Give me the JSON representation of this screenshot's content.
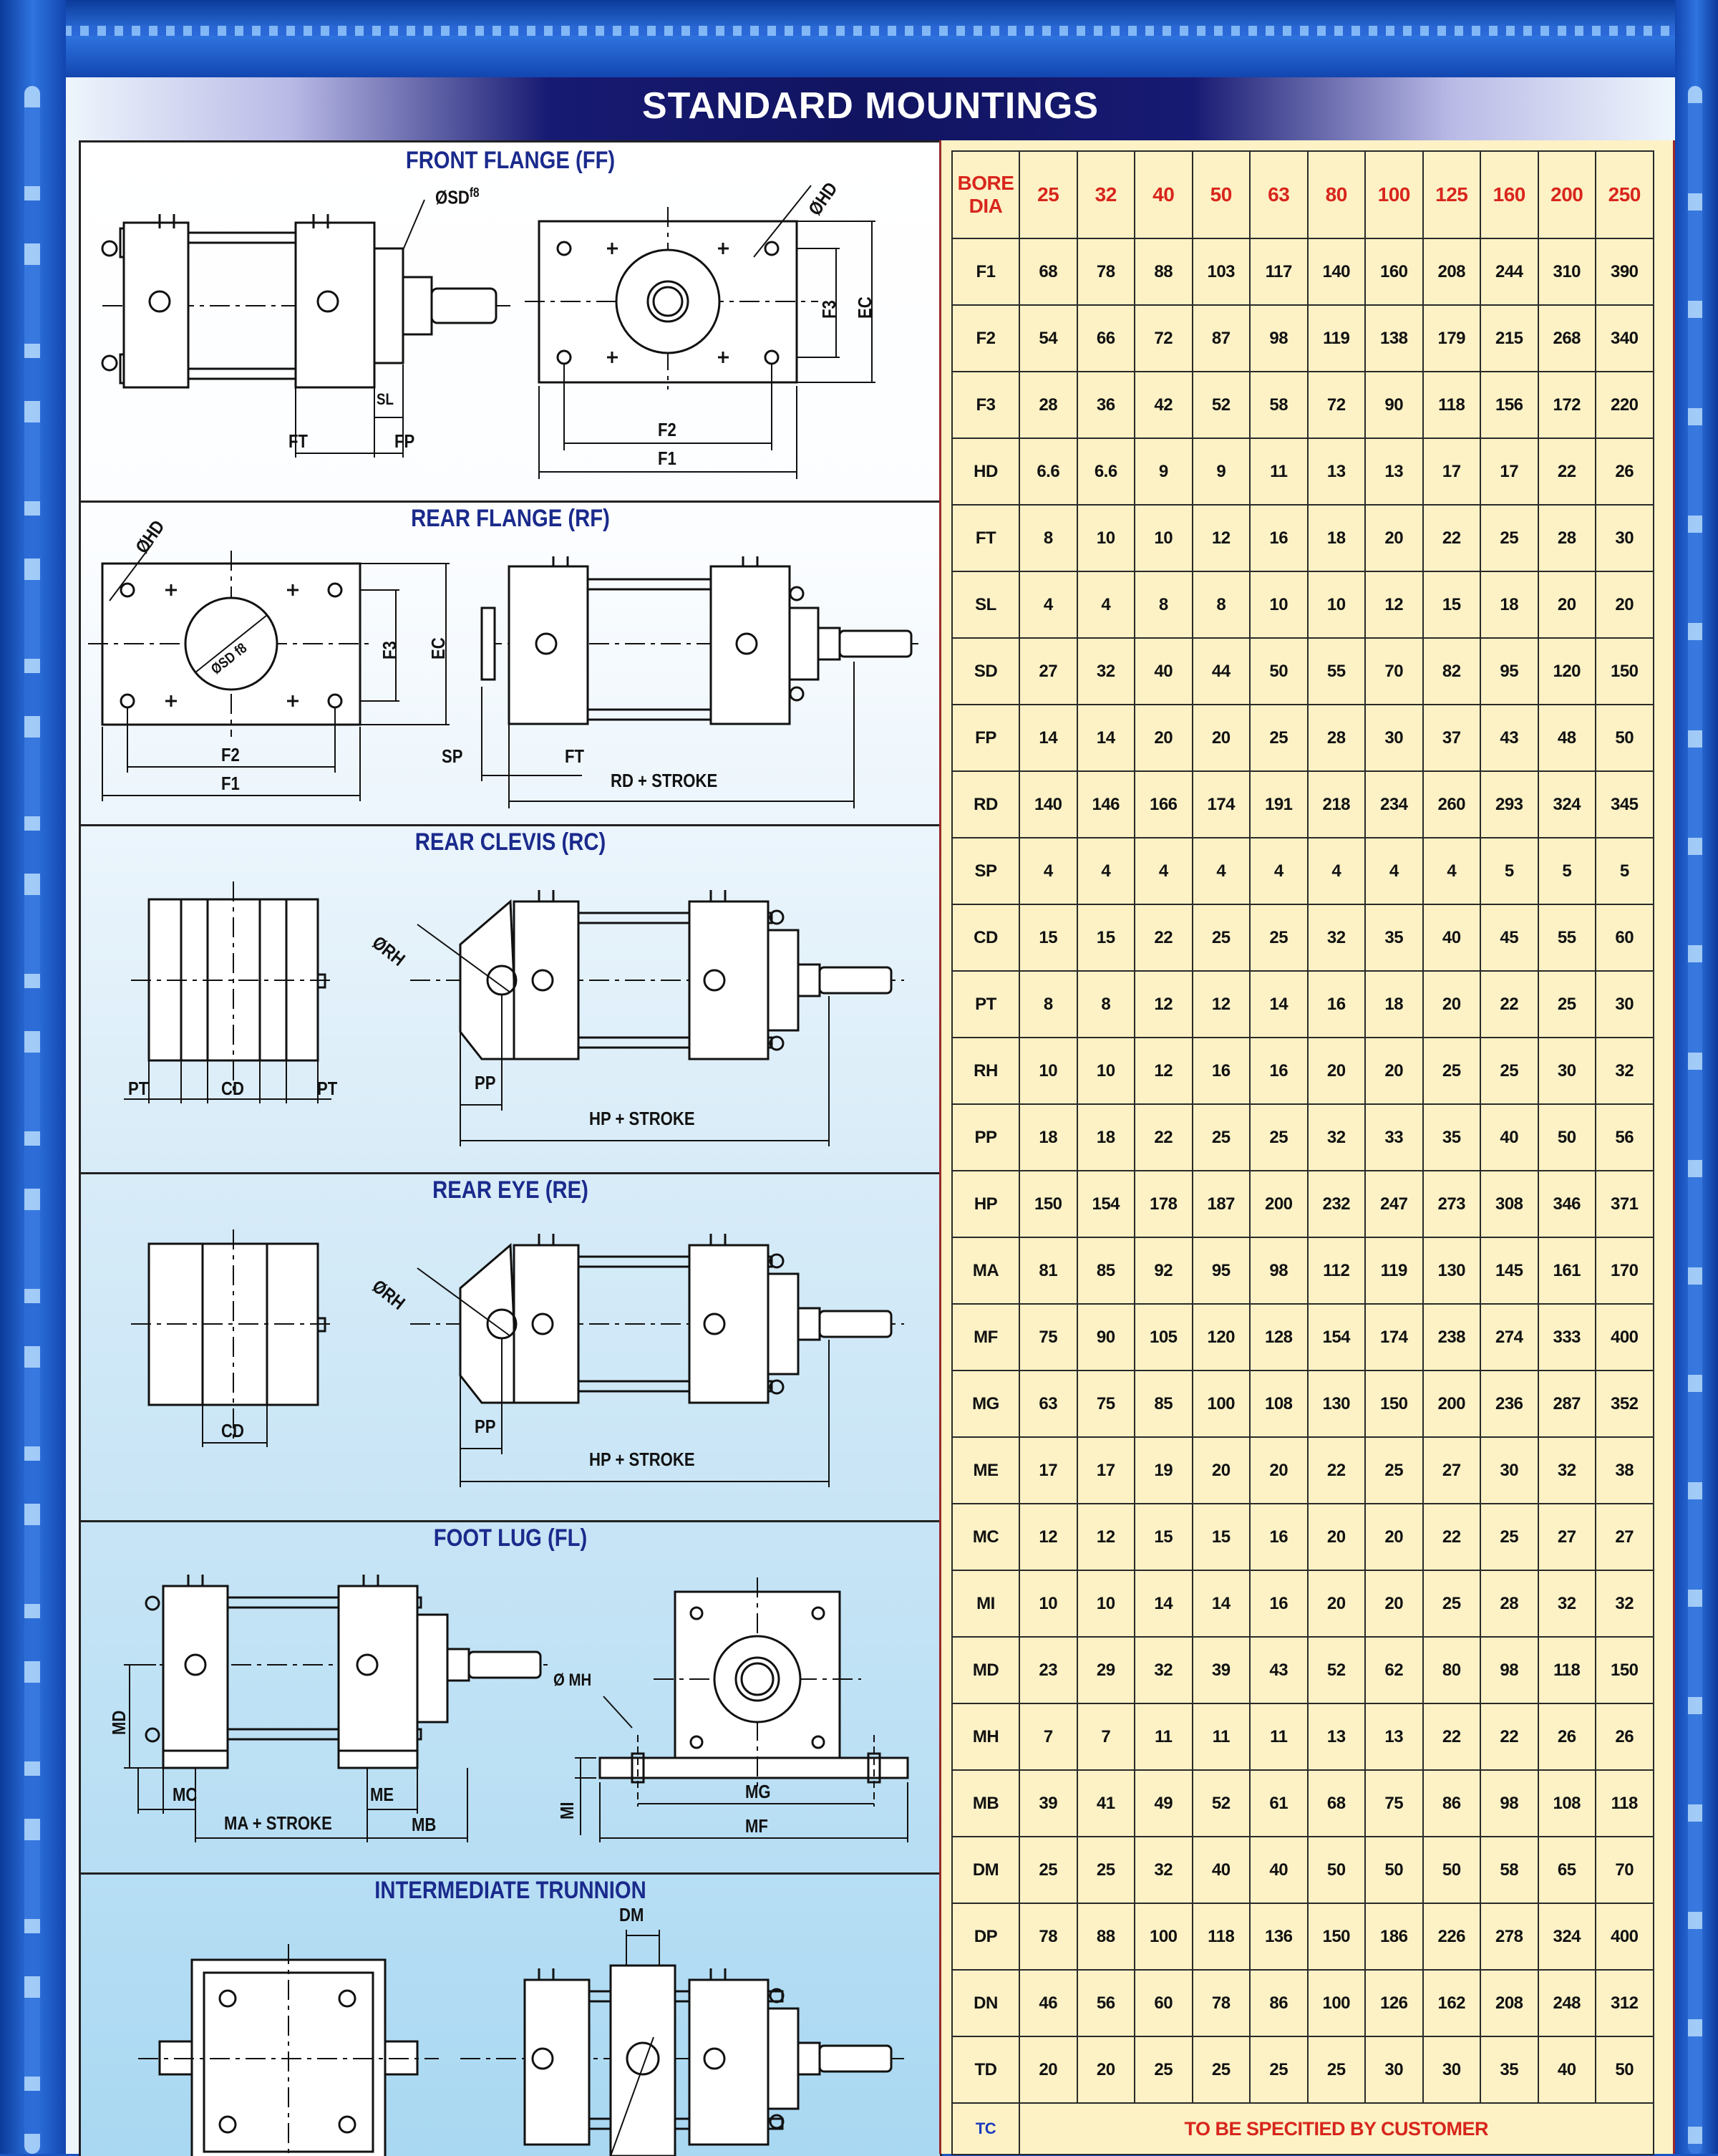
{
  "page": {
    "title": "STANDARD MOUNTINGS"
  },
  "sections": {
    "ff": {
      "title": "FRONT FLANGE (FF)",
      "labels": {
        "sd": "ØSD",
        "sd_sup": "f8",
        "hd": "ØHD",
        "f3": "F3",
        "ec": "EC",
        "sl": "SL",
        "ft": "FT",
        "fp": "FP",
        "f2": "F2",
        "f1": "F1"
      }
    },
    "rf": {
      "title": "REAR FLANGE (RF)",
      "labels": {
        "hd": "ØHD",
        "sd": "ØSD f8",
        "f3": "F3",
        "ec": "EC",
        "f2": "F2",
        "f1": "F1",
        "sp": "SP",
        "ft": "FT",
        "rd": "RD + STROKE"
      }
    },
    "rc": {
      "title": "REAR CLEVIS (RC)",
      "labels": {
        "rh": "ØRH",
        "pt1": "PT",
        "cd": "CD",
        "pt2": "PT",
        "pp": "PP",
        "hp": "HP + STROKE"
      }
    },
    "re": {
      "title": "REAR EYE (RE)",
      "labels": {
        "rh": "ØRH",
        "cd": "CD",
        "pp": "PP",
        "hp": "HP + STROKE"
      }
    },
    "fl": {
      "title": "FOOT LUG (FL)",
      "labels": {
        "md": "MD",
        "mc": "MC",
        "me": "ME",
        "ma": "MA + STROKE",
        "mb": "MB",
        "mh": "Ø MH",
        "mi": "MI",
        "mg": "MG",
        "mf": "MF"
      }
    },
    "it": {
      "title": "INTERMEDIATE TRUNNION",
      "labels": {
        "dm": "DM"
      }
    }
  },
  "table": {
    "corner": "BORE DIA",
    "columns": [
      "25",
      "32",
      "40",
      "50",
      "63",
      "80",
      "100",
      "125",
      "160",
      "200",
      "250"
    ],
    "rows": [
      {
        "label": "F1",
        "values": [
          "68",
          "78",
          "88",
          "103",
          "117",
          "140",
          "160",
          "208",
          "244",
          "310",
          "390"
        ]
      },
      {
        "label": "F2",
        "values": [
          "54",
          "66",
          "72",
          "87",
          "98",
          "119",
          "138",
          "179",
          "215",
          "268",
          "340"
        ]
      },
      {
        "label": "F3",
        "values": [
          "28",
          "36",
          "42",
          "52",
          "58",
          "72",
          "90",
          "118",
          "156",
          "172",
          "220"
        ]
      },
      {
        "label": "HD",
        "values": [
          "6.6",
          "6.6",
          "9",
          "9",
          "11",
          "13",
          "13",
          "17",
          "17",
          "22",
          "26"
        ]
      },
      {
        "label": "FT",
        "values": [
          "8",
          "10",
          "10",
          "12",
          "16",
          "18",
          "20",
          "22",
          "25",
          "28",
          "30"
        ]
      },
      {
        "label": "SL",
        "values": [
          "4",
          "4",
          "8",
          "8",
          "10",
          "10",
          "12",
          "15",
          "18",
          "20",
          "20"
        ]
      },
      {
        "label": "SD",
        "values": [
          "27",
          "32",
          "40",
          "44",
          "50",
          "55",
          "70",
          "82",
          "95",
          "120",
          "150"
        ]
      },
      {
        "label": "FP",
        "values": [
          "14",
          "14",
          "20",
          "20",
          "25",
          "28",
          "30",
          "37",
          "43",
          "48",
          "50"
        ]
      },
      {
        "label": "RD",
        "values": [
          "140",
          "146",
          "166",
          "174",
          "191",
          "218",
          "234",
          "260",
          "293",
          "324",
          "345"
        ]
      },
      {
        "label": "SP",
        "values": [
          "4",
          "4",
          "4",
          "4",
          "4",
          "4",
          "4",
          "4",
          "5",
          "5",
          "5"
        ]
      },
      {
        "label": "CD",
        "values": [
          "15",
          "15",
          "22",
          "25",
          "25",
          "32",
          "35",
          "40",
          "45",
          "55",
          "60"
        ]
      },
      {
        "label": "PT",
        "values": [
          "8",
          "8",
          "12",
          "12",
          "14",
          "16",
          "18",
          "20",
          "22",
          "25",
          "30"
        ]
      },
      {
        "label": "RH",
        "values": [
          "10",
          "10",
          "12",
          "16",
          "16",
          "20",
          "20",
          "25",
          "25",
          "30",
          "32"
        ]
      },
      {
        "label": "PP",
        "values": [
          "18",
          "18",
          "22",
          "25",
          "25",
          "32",
          "33",
          "35",
          "40",
          "50",
          "56"
        ]
      },
      {
        "label": "HP",
        "values": [
          "150",
          "154",
          "178",
          "187",
          "200",
          "232",
          "247",
          "273",
          "308",
          "346",
          "371"
        ]
      },
      {
        "label": "MA",
        "values": [
          "81",
          "85",
          "92",
          "95",
          "98",
          "112",
          "119",
          "130",
          "145",
          "161",
          "170"
        ]
      },
      {
        "label": "MF",
        "values": [
          "75",
          "90",
          "105",
          "120",
          "128",
          "154",
          "174",
          "238",
          "274",
          "333",
          "400"
        ]
      },
      {
        "label": "MG",
        "values": [
          "63",
          "75",
          "85",
          "100",
          "108",
          "130",
          "150",
          "200",
          "236",
          "287",
          "352"
        ]
      },
      {
        "label": "ME",
        "values": [
          "17",
          "17",
          "19",
          "20",
          "20",
          "22",
          "25",
          "27",
          "30",
          "32",
          "38"
        ]
      },
      {
        "label": "MC",
        "values": [
          "12",
          "12",
          "15",
          "15",
          "16",
          "20",
          "20",
          "22",
          "25",
          "27",
          "27"
        ]
      },
      {
        "label": "MI",
        "values": [
          "10",
          "10",
          "14",
          "14",
          "16",
          "20",
          "20",
          "25",
          "28",
          "32",
          "32"
        ]
      },
      {
        "label": "MD",
        "values": [
          "23",
          "29",
          "32",
          "39",
          "43",
          "52",
          "62",
          "80",
          "98",
          "118",
          "150"
        ]
      },
      {
        "label": "MH",
        "values": [
          "7",
          "7",
          "11",
          "11",
          "11",
          "13",
          "13",
          "22",
          "22",
          "26",
          "26"
        ]
      },
      {
        "label": "MB",
        "values": [
          "39",
          "41",
          "49",
          "52",
          "61",
          "68",
          "75",
          "86",
          "98",
          "108",
          "118"
        ]
      },
      {
        "label": "DM",
        "values": [
          "25",
          "25",
          "32",
          "40",
          "40",
          "50",
          "50",
          "50",
          "58",
          "65",
          "70"
        ]
      },
      {
        "label": "DP",
        "values": [
          "78",
          "88",
          "100",
          "118",
          "136",
          "150",
          "186",
          "226",
          "278",
          "324",
          "400"
        ]
      },
      {
        "label": "DN",
        "values": [
          "46",
          "56",
          "60",
          "78",
          "86",
          "100",
          "126",
          "162",
          "208",
          "248",
          "312"
        ]
      },
      {
        "label": "TD",
        "values": [
          "20",
          "20",
          "25",
          "25",
          "25",
          "25",
          "30",
          "30",
          "35",
          "40",
          "50"
        ]
      }
    ],
    "tc_label": "TC",
    "tc_note": "TO BE SPECITIED BY CUSTOMER"
  }
}
